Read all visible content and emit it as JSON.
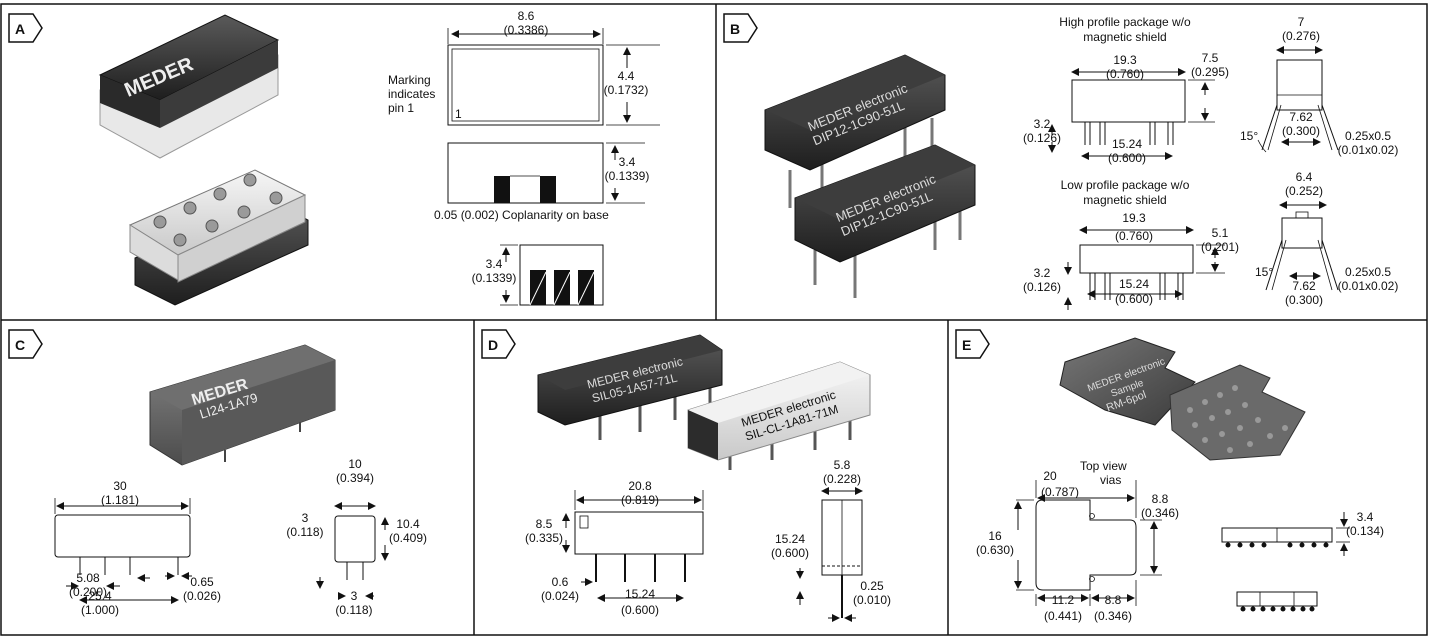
{
  "panels": {
    "A": {
      "badge": "A",
      "brand": "MEDER",
      "top_width": "8.6",
      "top_width_in": "(0.3386)",
      "top_height": "4.4",
      "top_height_in": "(0.1732)",
      "marking_1": "Marking",
      "marking_2": "indicates",
      "marking_3": "pin 1",
      "pin_no": "1",
      "side_height": "3.4",
      "side_height_in": "(0.1339)",
      "coplanarity": "0.05 (0.002) Coplanarity on base",
      "end_height": "3.4",
      "end_height_in": "(0.1339)"
    },
    "B": {
      "badge": "B",
      "brand_1": "MEDER electronic",
      "part_1": "DIP12-1C90-51L",
      "brand_2": "MEDER electronic",
      "part_2": "DIP12-1C90-51L",
      "high_title_1": "High profile package w/o",
      "high_title_2": "magnetic shield",
      "h_len": "19.3",
      "h_len_in": "(0.760)",
      "h_ht": "7.5",
      "h_ht_in": "(0.295)",
      "h_pin": "3.2",
      "h_pin_in": "(0.126)",
      "h_pitch": "15.24",
      "h_pitch_in": "(0.600)",
      "h_w": "7",
      "h_w_in": "(0.276)",
      "h_row": "7.62",
      "h_row_in": "(0.300)",
      "h_angle": "15°",
      "h_lead": "0.25x0.5",
      "h_lead_in": "(0.01x0.02)",
      "low_title_1": "Low profile package w/o",
      "low_title_2": "magnetic shield",
      "l_len": "19.3",
      "l_len_in": "(0.760)",
      "l_ht": "5.1",
      "l_ht_in": "(0.201)",
      "l_pin": "3.2",
      "l_pin_in": "(0.126)",
      "l_pitch": "15.24",
      "l_pitch_in": "(0.600)",
      "l_w": "6.4",
      "l_w_in": "(0.252)",
      "l_angle": "15°",
      "l_row": "7.62",
      "l_row_in": "(0.300)",
      "l_lead": "0.25x0.5",
      "l_lead_in": "(0.01x0.02)"
    },
    "C": {
      "badge": "C",
      "brand": "MEDER",
      "part": "LI24-1A79",
      "len": "30",
      "len_in": "(1.181)",
      "p1": "5.08",
      "p1_in": "(0.200)",
      "p2": "25.4",
      "p2_in": "(1.000)",
      "lead": "0.65",
      "lead_in": "(0.026)",
      "w": "10",
      "w_in": "(0.394)",
      "hs": "3",
      "hs_in": "(0.118)",
      "h": "10.4",
      "h_in": "(0.409)",
      "pb": "3",
      "pb_in": "(0.118)"
    },
    "D": {
      "badge": "D",
      "brand_1": "MEDER electronic",
      "part_1": "SIL05-1A57-71L",
      "brand_2": "MEDER electronic",
      "part_2": "SIL-CL-1A81-71M",
      "len": "20.8",
      "len_in": "(0.819)",
      "h": "8.5",
      "h_in": "(0.335)",
      "lead": "0.6",
      "lead_in": "(0.024)",
      "pitch": "15.24",
      "pitch_in": "(0.600)",
      "w": "5.8",
      "w_in": "(0.228)",
      "pin": "15.24",
      "pin_in": "(0.600)",
      "th": "0.25",
      "th_in": "(0.010)"
    },
    "E": {
      "badge": "E",
      "brand": "MEDER electronic",
      "sub": "Sample",
      "part": "RM-6pol",
      "top_view": "Top view",
      "vias": "vias",
      "w": "20",
      "w_in": "(0.787)",
      "h": "16",
      "h_in": "(0.630)",
      "notch": "8.8",
      "notch_in": "(0.346)",
      "b1": "11.2",
      "b1_in": "(0.441)",
      "b2": "8.8",
      "b2_in": "(0.346)",
      "thick": "3.4",
      "thick_in": "(0.134)"
    }
  }
}
